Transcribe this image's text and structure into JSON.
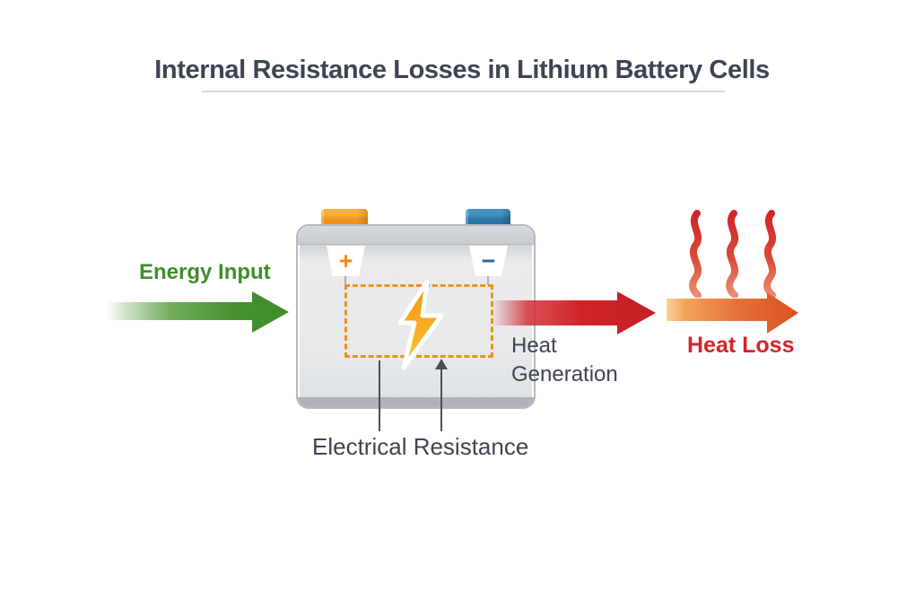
{
  "title": {
    "text": "Internal Resistance Losses in Lithium Battery Cells"
  },
  "flow": {
    "energy_input_label": "Energy Input",
    "heat_generation_label": "Heat Generation",
    "heat_loss_label": "Heat Loss"
  },
  "battery": {
    "positive_terminal_label": "+",
    "negative_terminal_label": "−",
    "internal_label": "Electrical Resistance"
  },
  "icons": {
    "lightning_bolt": "lightning-bolt-icon",
    "heat_waves": "heat-waves-icon",
    "energy_arrow": "energy-input-arrow-icon",
    "heat_generation_arrow": "heat-generation-arrow-icon",
    "heat_loss_arrow": "heat-loss-arrow-icon"
  },
  "colors": {
    "title": "#3e4454",
    "energy_green": "#3f8e2b",
    "heat_red": "#d0262c",
    "heat_loss_orange": "#e0662e",
    "resistance_orange": "#ef8f1f",
    "terminal_positive": "#f0941e",
    "terminal_negative": "#2a7aab",
    "battery_body_gray": "#e7e9eb",
    "underline_gray": "#d7d7d9"
  }
}
